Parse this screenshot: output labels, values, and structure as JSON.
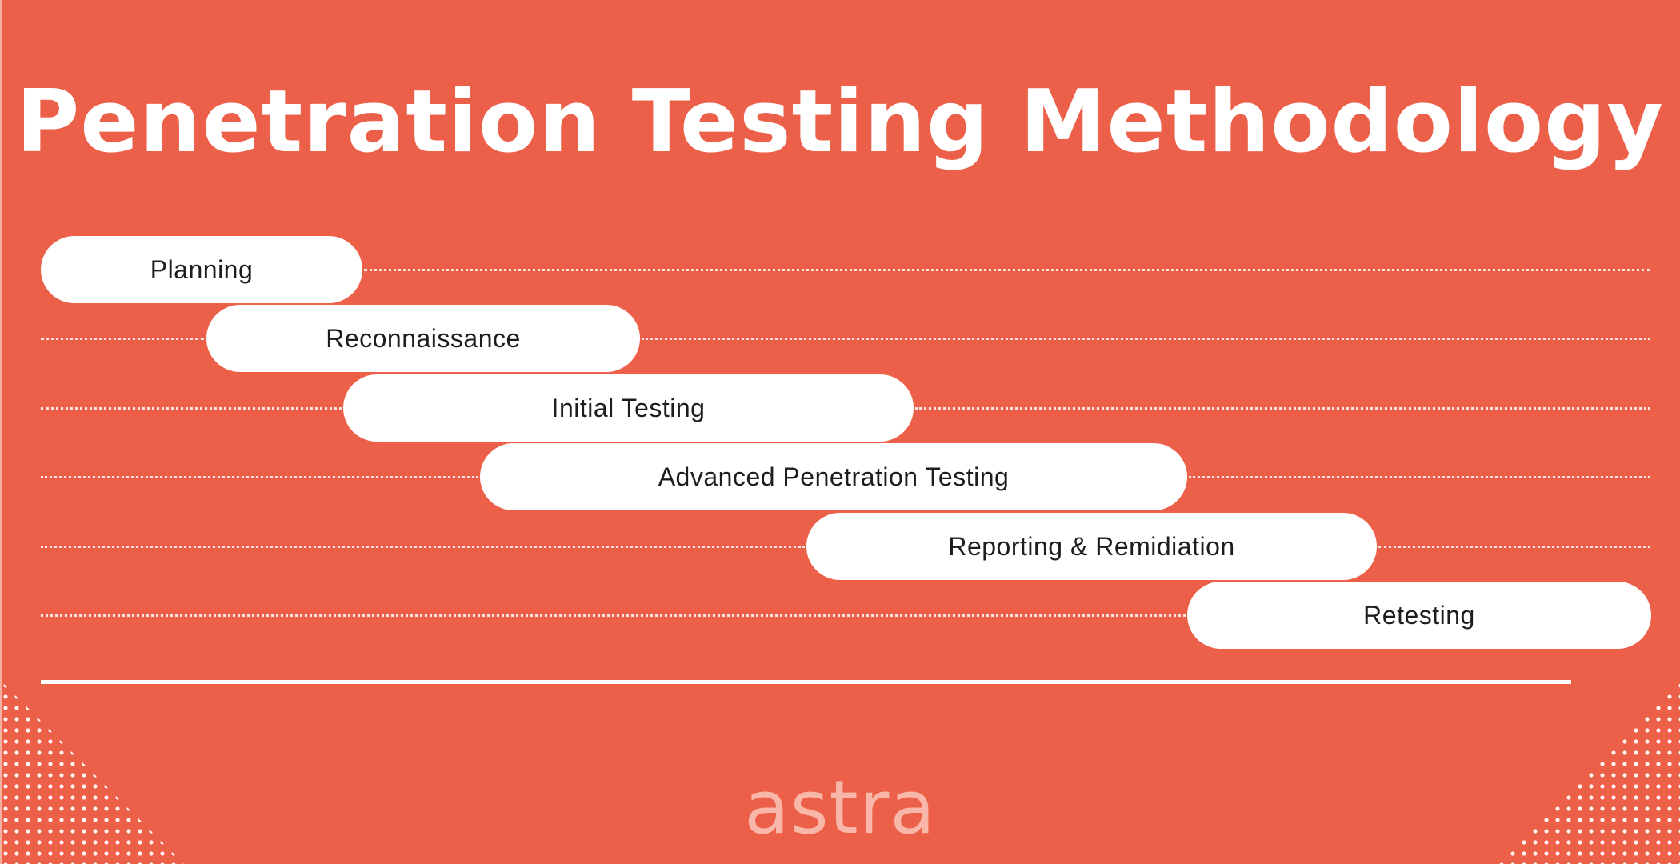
{
  "title": "Penetration Testing Methodology",
  "colors": {
    "background": "#ec6049",
    "pill": "#ffffff",
    "text": "#1d1d1d",
    "logo": "#f8b7a9"
  },
  "phases": [
    {
      "label": "Planning"
    },
    {
      "label": "Reconnaissance"
    },
    {
      "label": "Initial Testing"
    },
    {
      "label": "Advanced Penetration Testing"
    },
    {
      "label": "Reporting & Remidiation"
    },
    {
      "label": "Retesting"
    }
  ],
  "logo": {
    "text": "astra"
  }
}
